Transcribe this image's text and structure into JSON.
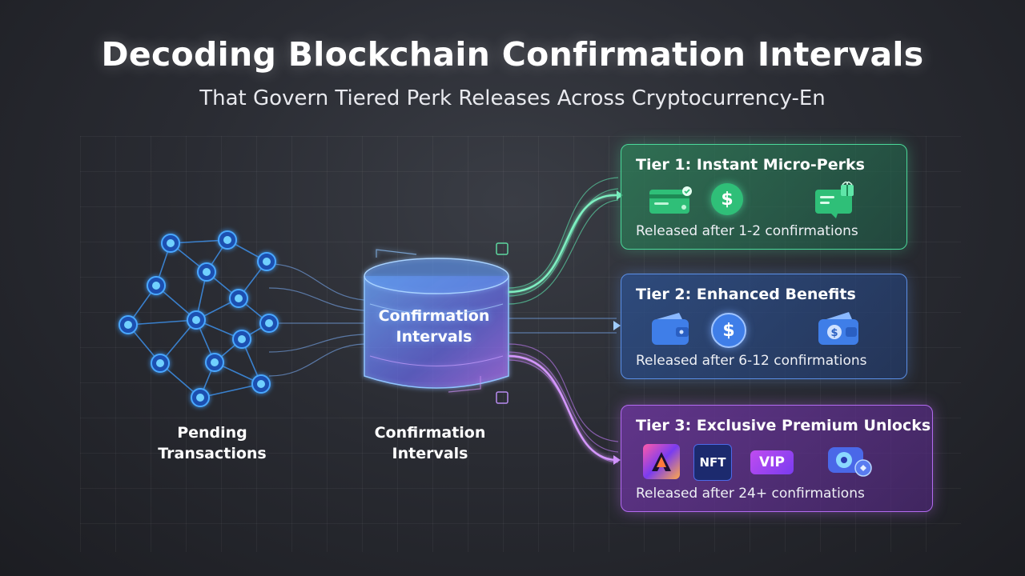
{
  "header": {
    "title": "Decoding Blockchain Confirmation Intervals",
    "subtitle": "That Govern Tiered Perk Releases Across Cryptocurrency-En"
  },
  "diagram": {
    "network_label_line1": "Pending",
    "network_label_line2": "Transactions",
    "core_label_line1": "Confirmation",
    "core_label_line2": "Intervals",
    "core_caption_line1": "Confirmation",
    "core_caption_line2": "Intervals"
  },
  "tiers": [
    {
      "title": "Tier 1: Instant Micro-Perks",
      "description": "Released after 1-2 confirmations",
      "color": "#4bd99a",
      "icons": [
        "card-icon",
        "dollar-coin-icon",
        "gift-voucher-icon"
      ]
    },
    {
      "title": "Tier 2: Enhanced Benefits",
      "description": "Released after 6-12 confirmations",
      "color": "#5b8fe6",
      "icons": [
        "wallet-icon",
        "dollar-coin-icon",
        "dollar-wallet-icon"
      ]
    },
    {
      "title": "Tier 3: Exclusive Premium Unlocks",
      "description": "Released after 24+ confirmations",
      "color": "#b36bf0",
      "icons": [
        "avatar-art-icon",
        "nft-badge-icon",
        "vip-badge-icon",
        "premium-tech-icon"
      ],
      "badges": {
        "nft": "NFT",
        "vip": "VIP"
      }
    }
  ],
  "icons": {
    "dollar": "$"
  }
}
